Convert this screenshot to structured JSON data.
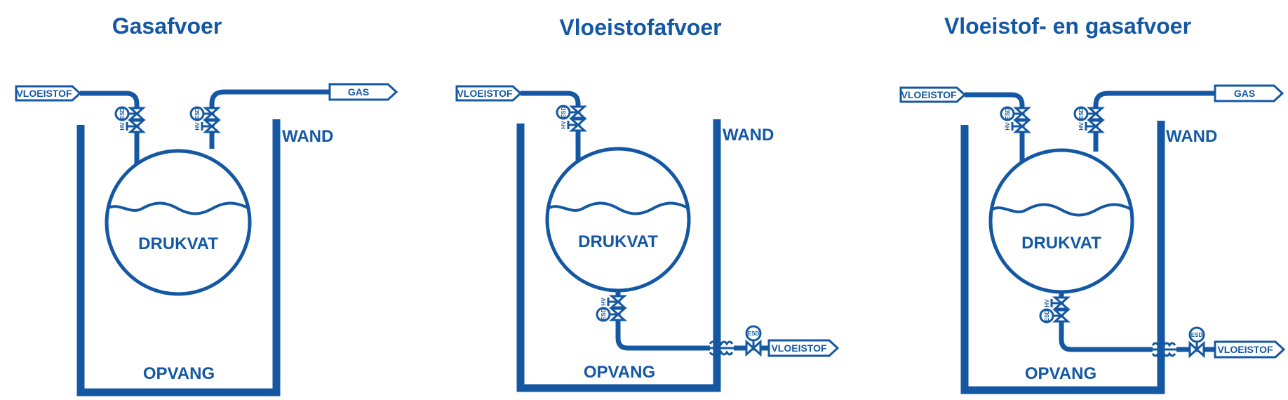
{
  "colors": {
    "primary": "#1458a3",
    "background": "#ffffff"
  },
  "panels": [
    {
      "title": "Gasafvoer",
      "vessel_label": "DRUKVAT",
      "wall_label": "WAND",
      "catch_label": "OPVANG",
      "inlet_tag": "VLOEISTOF",
      "gas_tag": "GAS",
      "esd_label": "ESD",
      "hv_label": "HV"
    },
    {
      "title": "Vloeistofafvoer",
      "vessel_label": "DRUKVAT",
      "wall_label": "WAND",
      "catch_label": "OPVANG",
      "inlet_tag": "VLOEISTOF",
      "outlet_tag": "VLOEISTOF",
      "esd_label": "ESD",
      "hv_label": "HV"
    },
    {
      "title": "Vloeistof- en gasafvoer",
      "vessel_label": "DRUKVAT",
      "wall_label": "WAND",
      "catch_label": "OPVANG",
      "inlet_tag": "VLOEISTOF",
      "gas_tag": "GAS",
      "outlet_tag": "VLOEISTOF",
      "esd_label": "ESD",
      "hv_label": "HV"
    }
  ]
}
